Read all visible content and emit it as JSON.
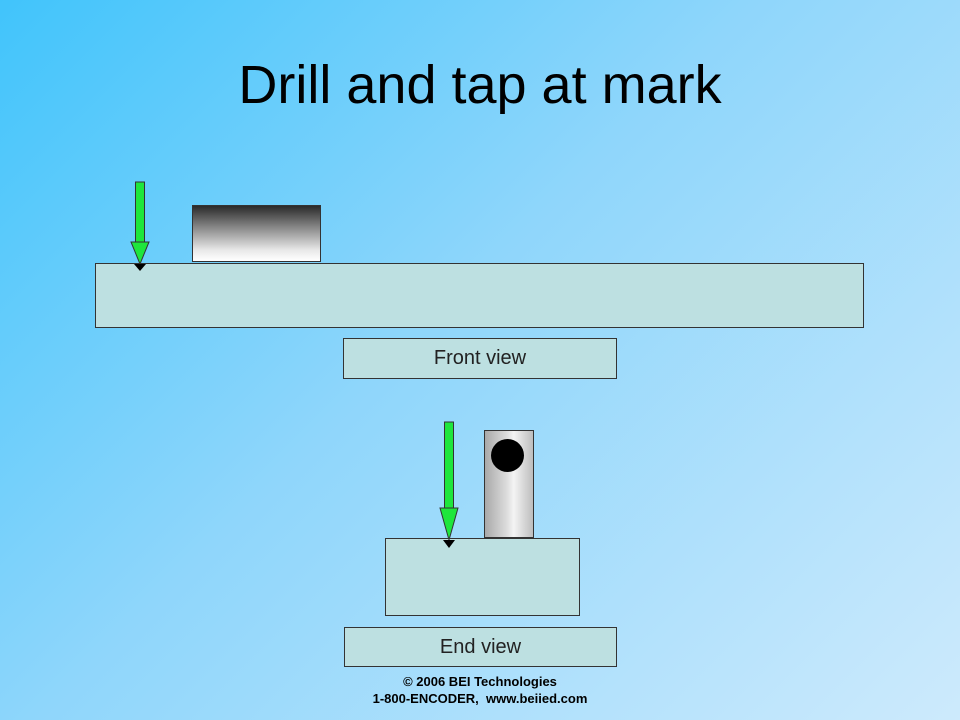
{
  "slide": {
    "title": "Drill and tap at mark"
  },
  "labels": {
    "front_view": "Front view",
    "end_view": "End view"
  },
  "footer": {
    "copyright": "© 2006 BEI Technologies",
    "contact": "1-800-ENCODER,  www.beiied.com"
  },
  "colors": {
    "arrow": "#1ee63c",
    "base_plate": "#bde0e1"
  }
}
